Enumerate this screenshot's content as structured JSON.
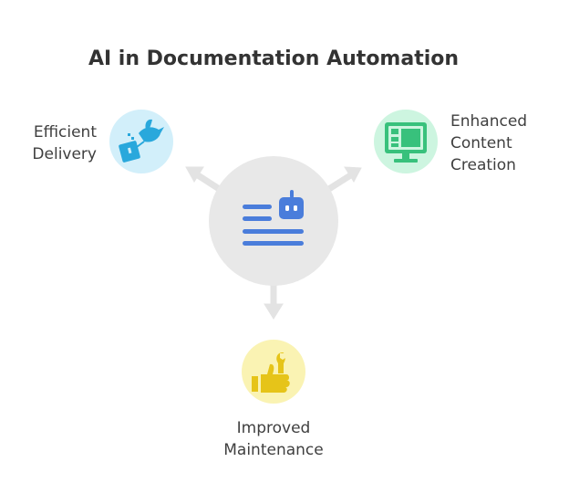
{
  "title": "AI in Documentation Automation",
  "center": {
    "icon": "document-robot-icon",
    "color": "#e8e8e8",
    "accent": "#4a7ddb"
  },
  "branches": {
    "efficient_delivery": {
      "line1": "Efficient",
      "line2": "Delivery",
      "icon": "delivery-bird-icon",
      "color": "#d2effa",
      "accent": "#29a8dc"
    },
    "enhanced_content": {
      "line1": "Enhanced",
      "line2": "Content",
      "line3": "Creation",
      "icon": "monitor-layout-icon",
      "color": "#cdf5e0",
      "accent": "#38c17c"
    },
    "improved_maintenance": {
      "line1": "Improved",
      "line2": "Maintenance",
      "icon": "thumbs-up-wrench-icon",
      "color": "#faf3b3",
      "accent": "#e6c419"
    }
  },
  "arrow_color": "#e3e3e3"
}
